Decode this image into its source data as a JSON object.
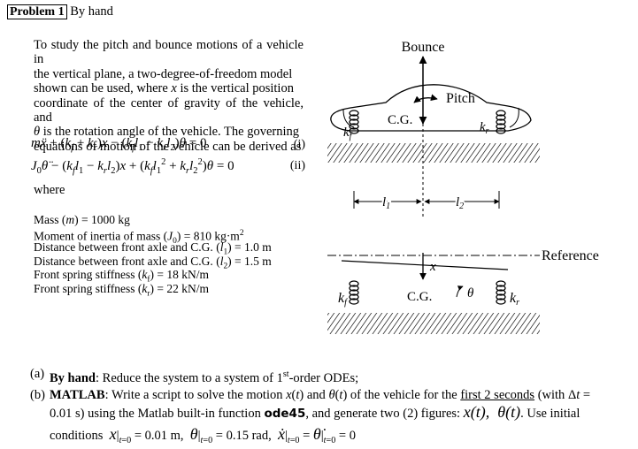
{
  "problem": {
    "label": "Problem 1",
    "mode": "By hand"
  },
  "intro_lines": [
    "To study the pitch and bounce motions of a vehicle in",
    "the vertical plane, a two-degree-of-freedom model",
    "shown can be used, where",
    "is the vertical position",
    "coordinate of the center of gravity of the vehicle, and",
    "is the rotation angle of the vehicle. The governing",
    "equations of motion of the vehicle can be derived as"
  ],
  "equations": {
    "eq1_number": "(i)",
    "eq2_number": "(ii)"
  },
  "where_label": "where",
  "parameters": {
    "mass": {
      "label": "Mass",
      "sym": "m",
      "value": "= 1000 kg"
    },
    "inertia": {
      "label": "Moment of inertia of mass",
      "sym": "J",
      "sub": "0",
      "value": "= 810 kg·m"
    },
    "l1": {
      "label": "Distance between front axle and C.G.",
      "sym": "l",
      "sub": "1",
      "value": "= 1.0 m"
    },
    "l2": {
      "label": "Distance between front axle and C.G.",
      "sym": "l",
      "sub": "2",
      "value": "= 1.5 m"
    },
    "kf": {
      "label": "Front spring stiffness",
      "sym": "k",
      "sub": "f",
      "value": "= 18 kN/m"
    },
    "kr": {
      "label": "Front spring stiffness",
      "sym": "k",
      "sub": "r",
      "value": "= 22 kN/m"
    }
  },
  "tasks": {
    "a_label": "(a)",
    "a_bold": "By hand",
    "a_text_1": ": Reduce the system to a system of 1",
    "a_sup": "st",
    "a_text_2": "-order ODEs;",
    "b_label": "(b)",
    "b_bold": "MATLAB",
    "b_text_1": ": Write a script to solve the motion",
    "b_text_2": "of the vehicle for the",
    "b_underline": "first 2 seconds",
    "b_text_3": "(with",
    "b_line2_1": "0.01 s) using the Matlab built-in function",
    "b_function": "ode45",
    "b_line2_2": ", and generate two (2) figures:",
    "b_line2_3": ". Use initial",
    "b_line3_1": "conditions",
    "ic1": "= 0.01 m,",
    "ic2": "= 0.15 rad,",
    "ic3": "= 0"
  },
  "diagram": {
    "bounce": "Bounce",
    "pitch": "Pitch",
    "cg_top": "C.G.",
    "kf_top": "k",
    "kr_top": "k",
    "l1": "l",
    "l2": "l",
    "reference": "Reference",
    "x": "x",
    "cg_bottom": "C.G.",
    "theta": "θ",
    "kf_bottom": "k",
    "kr_bottom": "k"
  }
}
